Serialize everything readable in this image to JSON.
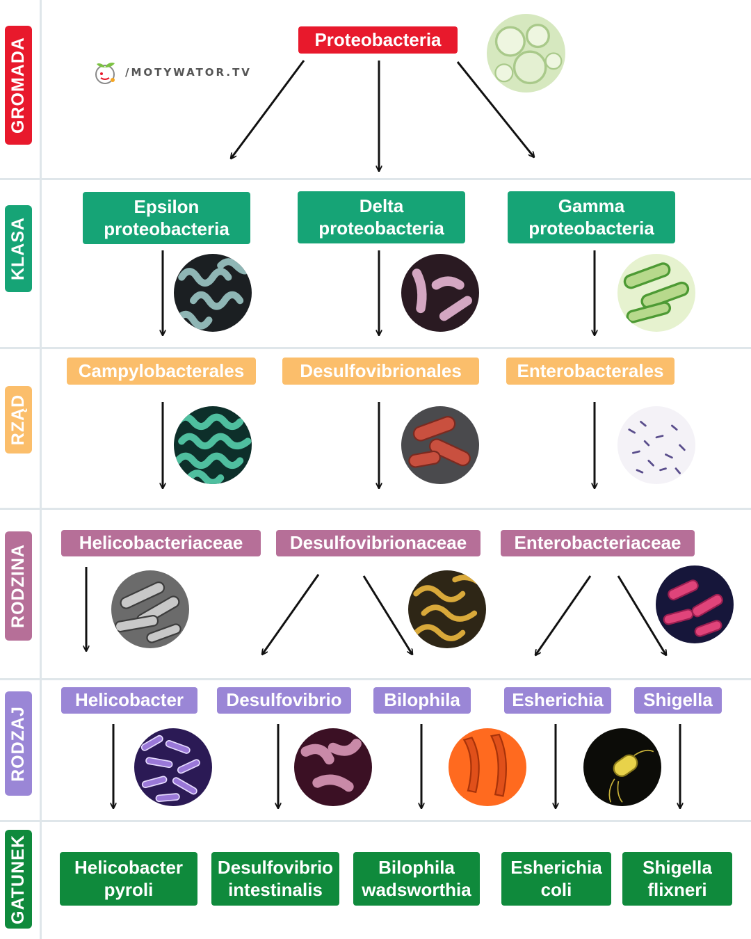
{
  "logo": {
    "text": "/MOTYWATOR.TV",
    "icon": "sprout-logo-icon"
  },
  "colors": {
    "gromada": "#e8192c",
    "klasa": "#16a476",
    "rzad": "#fbbe6b",
    "rodzina": "#b66f98",
    "rodzaj": "#9a86d6",
    "gatunek": "#0f8a3c"
  },
  "rank_labels": {
    "gromada": "GROMADA",
    "klasa": "KLASA",
    "rzad": "RZĄD",
    "rodzina": "RODZINA",
    "rodzaj": "RODZAJ",
    "gatunek": "GATUNEK"
  },
  "phylum": {
    "name": "Proteobacteria"
  },
  "classes": [
    {
      "line1": "Epsilon",
      "line2": "proteobacteria"
    },
    {
      "line1": "Delta",
      "line2": "proteobacteria"
    },
    {
      "line1": "Gamma",
      "line2": "proteobacteria"
    }
  ],
  "orders": [
    "Campylobacterales",
    "Desulfovibrionales",
    "Enterobacterales"
  ],
  "families": [
    "Helicobacteriaceae",
    "Desulfovibrionaceae",
    "Enterobacteriaceae"
  ],
  "genera": [
    "Helicobacter",
    "Desulfovibrio",
    "Bilophila",
    "Esherichia",
    "Shigella"
  ],
  "species": [
    {
      "line1": "Helicobacter",
      "line2": "pyroli"
    },
    {
      "line1": "Desulfovibrio",
      "line2": "intestinalis"
    },
    {
      "line1": "Bilophila",
      "line2": "wadsworthia"
    },
    {
      "line1": "Esherichia",
      "line2": "coli"
    },
    {
      "line1": "Shigella",
      "line2": "flixneri"
    }
  ]
}
